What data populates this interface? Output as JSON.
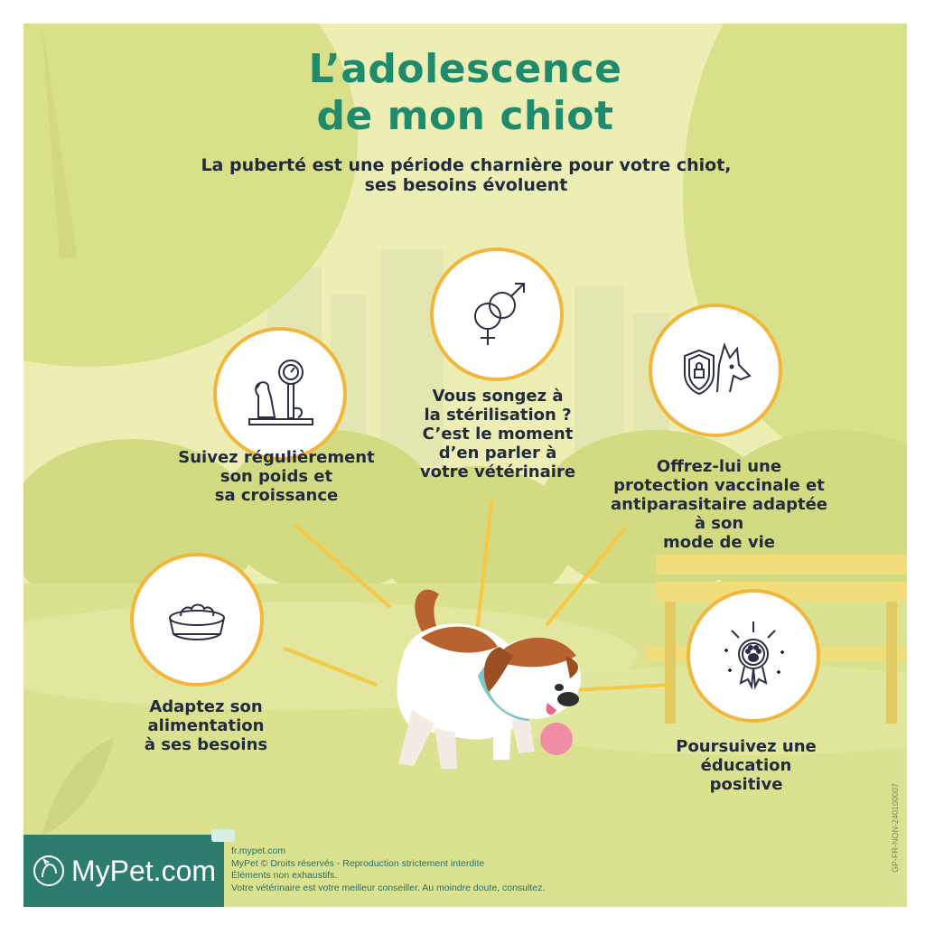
{
  "header": {
    "title_line1": "L’adolescence",
    "title_line2": "de mon chiot",
    "subtitle_line1": "La puberté est une période charnière pour votre chiot,",
    "subtitle_line2": "ses besoins évoluent"
  },
  "items": [
    {
      "icon": "dog-on-scale-icon",
      "lines": [
        "Suivez régulièrement",
        "son poids et",
        "sa croissance"
      ]
    },
    {
      "icon": "gender-symbols-icon",
      "lines": [
        "Vous songez à",
        "la stérilisation ?",
        "C’est le moment",
        "d’en parler à",
        "votre vétérinaire"
      ]
    },
    {
      "icon": "dog-shield-icon",
      "lines": [
        "Offrez-lui une",
        "protection vaccinale et",
        "antiparasitaire adaptée",
        "à son",
        "mode de vie"
      ]
    },
    {
      "icon": "food-bowl-icon",
      "lines": [
        "Adaptez son",
        "alimentation",
        "à ses besoins"
      ]
    },
    {
      "icon": "paw-badge-icon",
      "lines": [
        "Poursuivez une",
        "éducation",
        "positive"
      ]
    }
  ],
  "brand": {
    "logo_text": "MyPet.com",
    "colors": {
      "title": "#1f8a6c",
      "accent": "#f2b63c",
      "brand": "#2c7d6e",
      "text": "#222b3b"
    }
  },
  "footer": {
    "line1": "fr.mypet.com",
    "line2": "MyPet © Droits réservés - Reproduction strictement interdite",
    "line3": "Éléments non exhaustifs.",
    "line4": "Votre vétérinaire est votre meilleur conseiller. Au moindre doute, consultez."
  },
  "reference_code": "GP-FR-NON-240100007"
}
